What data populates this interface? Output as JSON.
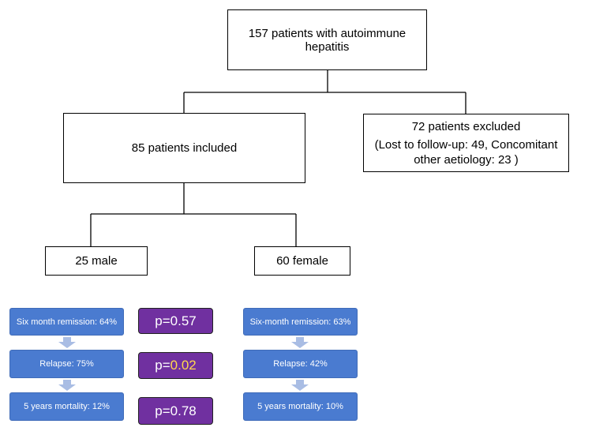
{
  "top_box": {
    "label": "157 patients with autoimmune hepatitis"
  },
  "included_box": {
    "label": "85 patients included"
  },
  "excluded_box": {
    "title": "72 patients excluded",
    "detail_line1": "(Lost to follow-up: 49, Concomitant",
    "detail_line2": "other aetiology: 23 )"
  },
  "male_box": {
    "label": "25 male"
  },
  "female_box": {
    "label": "60 female"
  },
  "male_outcomes": [
    {
      "label": "Six month remission: 64%"
    },
    {
      "label": "Relapse: 75%"
    },
    {
      "label": "5 years mortality: 12%"
    }
  ],
  "female_outcomes": [
    {
      "label": "Six-month remission: 63%"
    },
    {
      "label": "Relapse: 42%"
    },
    {
      "label": "5 years mortality: 10%"
    }
  ],
  "p_values": [
    {
      "prefix": "p=",
      "value": "0.57",
      "highlight": false
    },
    {
      "prefix": "p=",
      "value": "0.02",
      "highlight": true
    },
    {
      "prefix": "p= ",
      "value": "0.78",
      "highlight": false
    }
  ],
  "colors": {
    "outcome_box": "#4a7bd0",
    "outcome_arrow": "#a9bde4",
    "p_value_box": "#7030a0",
    "p_value_highlight": "#ffd84d",
    "lines": "#000000"
  }
}
